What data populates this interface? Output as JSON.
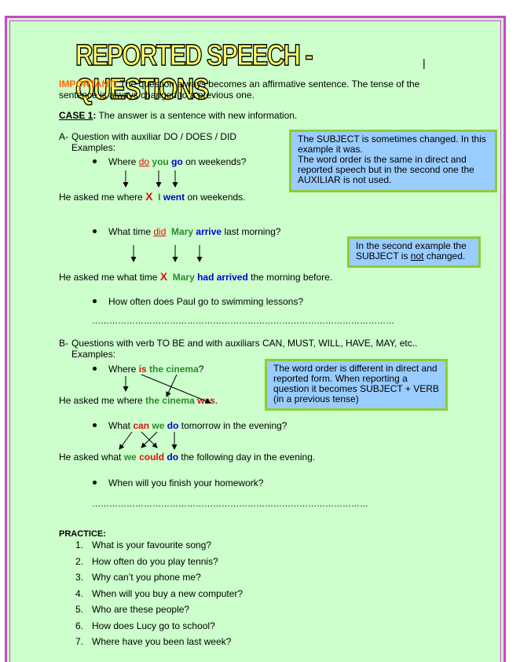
{
  "title": "REPORTED SPEECH - QUESTIONS",
  "important": {
    "label": "IMPORTANT!",
    "line1": " The question always becomes an affirmative sentence. The tense of the",
    "line2": "sentence is always changed to a previous one."
  },
  "case1": {
    "label": "CASE 1",
    "colon": ":",
    "text": " The answer is a sentence with new information."
  },
  "sectionA": {
    "marker": "A-",
    "line1": "Question with auxiliar DO / DOES / DID",
    "line2": "Examples:",
    "ex1": {
      "q_pre": "Where ",
      "q_aux": "do",
      "q_subj": "you",
      "q_verb": "go",
      "q_post": " on weekends?",
      "r_pre": "He asked me where ",
      "r_x": "X",
      "r_subj": "I",
      "r_verb": "went",
      "r_post": " on weekends."
    },
    "ex2": {
      "q_pre": "What time ",
      "q_aux": "did",
      "q_subj": "Mary",
      "q_verb": "arrive",
      "q_post": " last morning?",
      "r_pre": "He asked me what time ",
      "r_x": "X",
      "r_subj": "Mary",
      "r_verb": "had arrived",
      "r_post": " the morning before."
    },
    "ex3": {
      "q": "How often does Paul go to swimming lessons?"
    },
    "dots": "……………………………………………………………………………………………",
    "note1": "The SUBJECT is sometimes changed. In this example it was.\nThe word order is the same in direct and reported speech but in the second one the AUXILIAR is not used.",
    "note2_pre": "In the second example the SUBJECT is ",
    "note2_not": "not",
    "note2_post": " changed."
  },
  "sectionB": {
    "marker": "B-",
    "line1": "Questions with verb TO BE  and with auxiliars CAN, MUST, WILL, HAVE, MAY,  etc..",
    "line2": "Examples:",
    "ex1": {
      "q_pre": "Where ",
      "q_verb": "is",
      "q_subj": "the cinema",
      "q_post": "?",
      "r_pre": "He asked me where ",
      "r_subj": "the cinema",
      "r_verb": "was",
      "r_post": "."
    },
    "ex2": {
      "q_pre": "What ",
      "q_aux": "can",
      "q_subj": "we",
      "q_verb": "do",
      "q_post": " tomorrow in the evening?",
      "r_pre": "He asked what ",
      "r_subj": "we",
      "r_aux": "could",
      "r_verb": "do",
      "r_post": " the following day in the evening."
    },
    "ex3": {
      "q": "When will you finish your homework?"
    },
    "dots": "……………………………………………………………………………………",
    "note": "The word order is different in direct and reported form. When reporting a question it becomes SUBJECT + VERB (in a previous tense)"
  },
  "practice": {
    "label": "PRACTICE:",
    "items": [
      {
        "n": "1.",
        "q": "What is your favourite song?"
      },
      {
        "n": "2.",
        "q": "How often do you play tennis?"
      },
      {
        "n": "3.",
        "q": "Why can’t you phone me?"
      },
      {
        "n": "4.",
        "q": "When will you buy a new computer?"
      },
      {
        "n": "5.",
        "q": "Who are these people?"
      },
      {
        "n": "6.",
        "q": "How does Lucy go to school?"
      },
      {
        "n": "7.",
        "q": "Where have you been last week?"
      }
    ]
  },
  "colors": {
    "page_bg": "#ccffcc",
    "border": "#cc44cc",
    "note_bg": "#99ccff",
    "note_border": "#8fcc33"
  }
}
